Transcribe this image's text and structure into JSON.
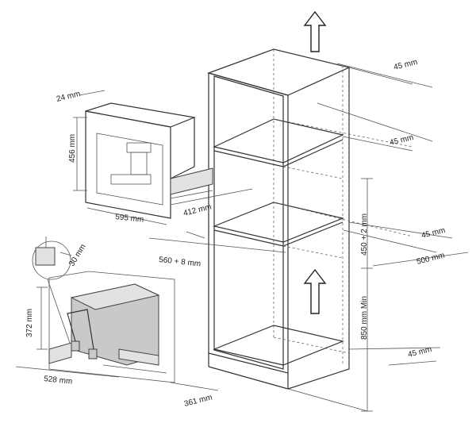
{
  "dimensions": {
    "top_depth": "45 mm",
    "mid_depth": "45 mm",
    "shelf_depth_a": "45 mm",
    "shelf_depth_b": "500 mm",
    "bottom_depth": "45 mm",
    "niche_height": "450 + 2 mm",
    "min_height": "850 mm Min",
    "frame_width": "595 mm",
    "frame_depth": "412 mm",
    "frame_height": "456 mm",
    "frame_thickness": "24 mm",
    "niche_width": "560 + 8 mm",
    "plug_width": "30 mm",
    "machine_height": "372 mm",
    "machine_width": "528 mm",
    "machine_depth": "361 mm"
  },
  "colors": {
    "line": "#333333",
    "fill_dark": "#c9c9c9",
    "fill_light": "#e2e2e2"
  }
}
